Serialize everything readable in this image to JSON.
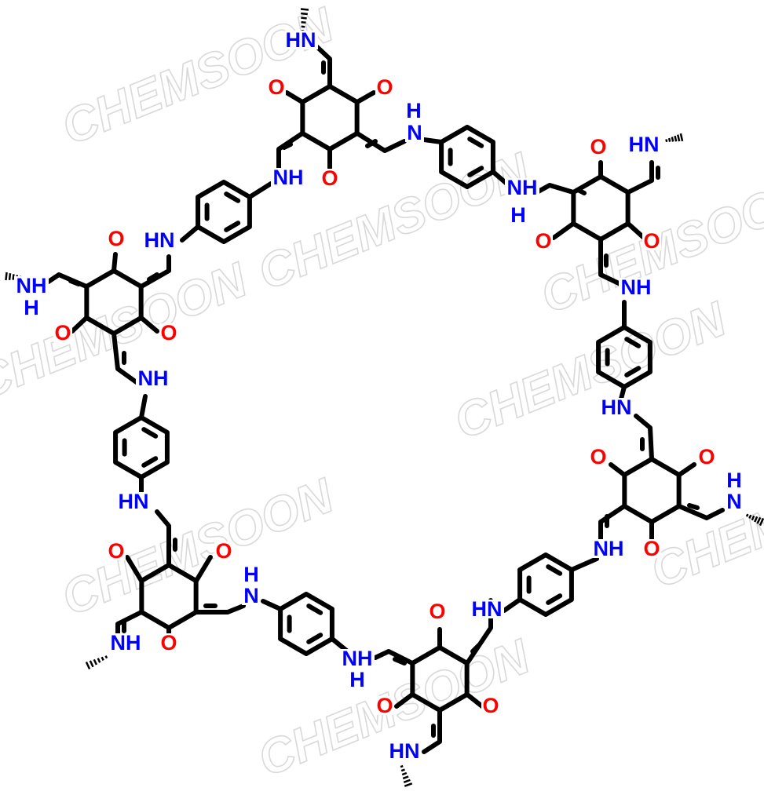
{
  "title": "Hexagonal macrocycle of triformylphloroglucinol and p-phenylenediamine (keto-enamine)",
  "watermark": "CHEMSOON",
  "colors": {
    "bond": "#000000",
    "nitrogen": "#0000ff",
    "oxygen": "#ff0000",
    "watermark": "#d9d9d9"
  },
  "atom_labels": [
    {
      "text": "HN",
      "el": "N"
    },
    {
      "text": "H",
      "el": "N"
    },
    {
      "text": "N",
      "el": "N"
    },
    {
      "text": "NH",
      "el": "N"
    },
    {
      "text": "HN",
      "el": "N"
    },
    {
      "text": "NH",
      "el": "N"
    },
    {
      "text": "H",
      "el": "N"
    },
    {
      "text": "HN",
      "el": "N"
    },
    {
      "text": "NH",
      "el": "N"
    },
    {
      "text": "NH",
      "el": "N"
    },
    {
      "text": "H",
      "el": "N"
    },
    {
      "text": "NH",
      "el": "N"
    },
    {
      "text": "HN",
      "el": "N"
    },
    {
      "text": "H",
      "el": "N"
    },
    {
      "text": "N",
      "el": "N"
    },
    {
      "text": "HN",
      "el": "N"
    },
    {
      "text": "NH",
      "el": "N"
    },
    {
      "text": "H",
      "el": "N"
    },
    {
      "text": "N",
      "el": "N"
    },
    {
      "text": "HN",
      "el": "N"
    },
    {
      "text": "NH",
      "el": "N"
    },
    {
      "text": "H",
      "el": "N"
    },
    {
      "text": "NH",
      "el": "N"
    },
    {
      "text": "HN",
      "el": "N"
    },
    {
      "text": "O",
      "el": "O"
    },
    {
      "text": "O",
      "el": "O"
    },
    {
      "text": "O",
      "el": "O"
    },
    {
      "text": "O",
      "el": "O"
    },
    {
      "text": "O",
      "el": "O"
    },
    {
      "text": "O",
      "el": "O"
    },
    {
      "text": "O",
      "el": "O"
    },
    {
      "text": "O",
      "el": "O"
    },
    {
      "text": "O",
      "el": "O"
    },
    {
      "text": "O",
      "el": "O"
    },
    {
      "text": "O",
      "el": "O"
    },
    {
      "text": "O",
      "el": "O"
    },
    {
      "text": "O",
      "el": "O"
    },
    {
      "text": "O",
      "el": "O"
    },
    {
      "text": "O",
      "el": "O"
    },
    {
      "text": "O",
      "el": "O"
    },
    {
      "text": "O",
      "el": "O"
    },
    {
      "text": "O",
      "el": "O"
    }
  ]
}
